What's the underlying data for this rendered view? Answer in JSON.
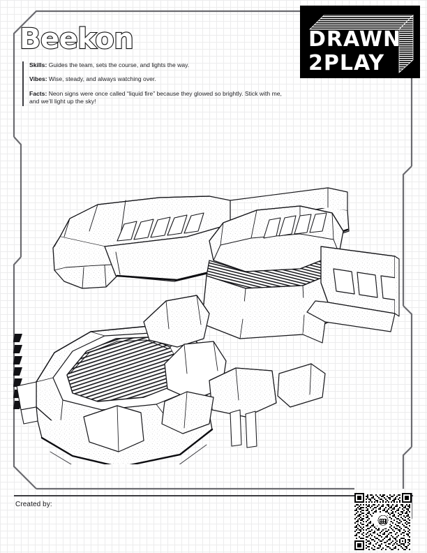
{
  "page": {
    "background": "#ffffff",
    "grid_color": "#ececed",
    "ink_color": "#1b1b1f",
    "frame_color": "#6b6b70"
  },
  "brand": {
    "logo_line1": "DRAWN",
    "logo_line2": "2PLAY",
    "plate_color": "#000000",
    "text_color": "#ffffff"
  },
  "header": {
    "character_name": "Beekon"
  },
  "bio": [
    {
      "key": "Skills:",
      "value": " Guides the team, sets the course, and lights the way."
    },
    {
      "key": "Vibes:",
      "value": " Wise, steady, and always watching over."
    },
    {
      "key": "Facts:",
      "value": " Neon signs were once called “liquid fire” because they glowed so brightly. Stick with me, and we’ll light up the sky!"
    }
  ],
  "illustration": {
    "name": "beekon-spaceship-line-art",
    "style": "black-and-white coloring-page outline",
    "subject": "futuristic lighthouse beacon starship"
  },
  "footer": {
    "created_by_label": "Created by:",
    "qr_label": "qr-code"
  }
}
